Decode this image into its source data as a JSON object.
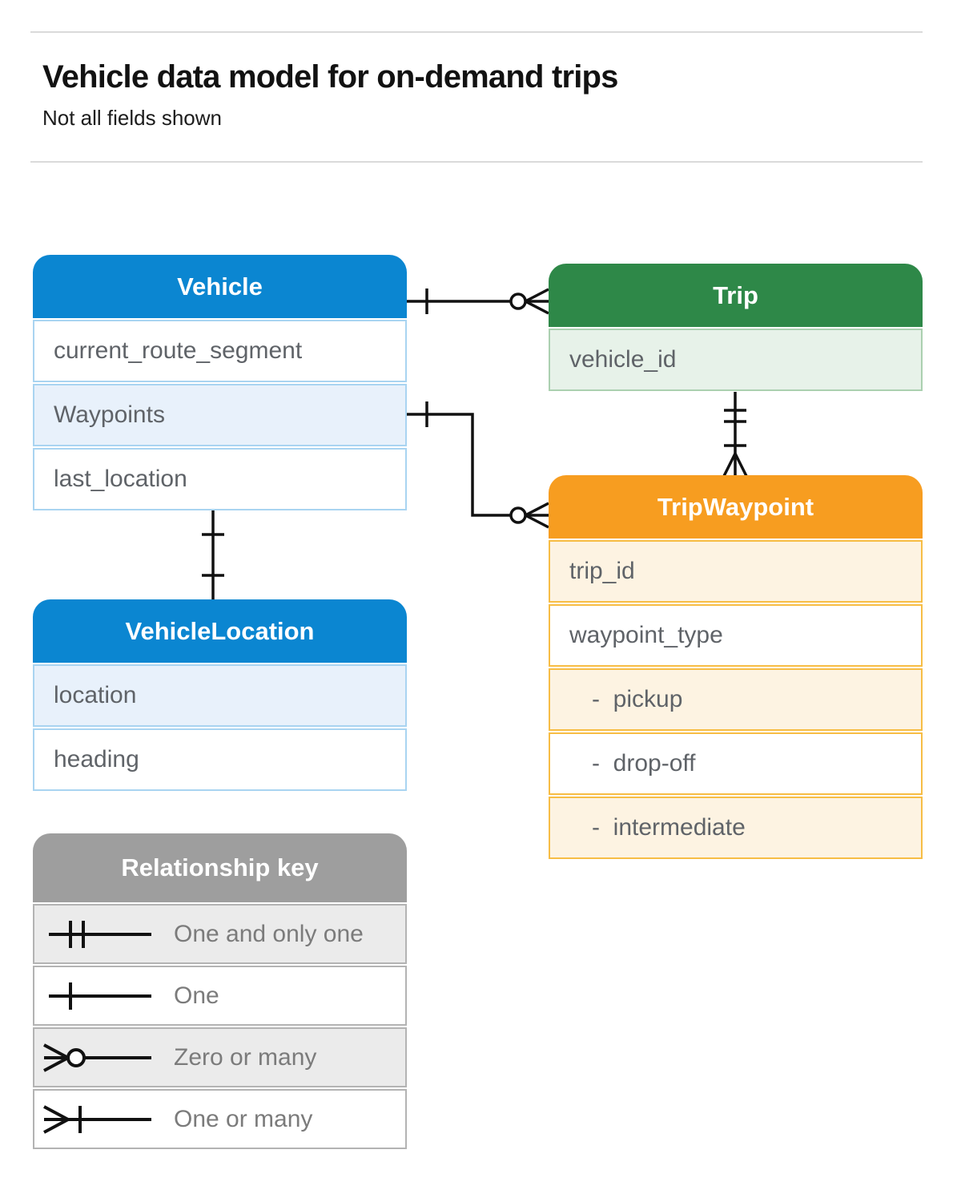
{
  "page": {
    "title": "Vehicle data model for on-demand trips",
    "subtitle": "Not all fields shown"
  },
  "entities": [
    {
      "id": "vehicle",
      "title": "Vehicle",
      "theme": "blue",
      "fields": [
        {
          "label": "current_route_segment",
          "shaded": false
        },
        {
          "label": "Waypoints",
          "shaded": true
        },
        {
          "label": "last_location",
          "shaded": false
        }
      ]
    },
    {
      "id": "trip",
      "title": "Trip",
      "theme": "green",
      "fields": [
        {
          "label": "vehicle_id",
          "shaded": true
        }
      ]
    },
    {
      "id": "trip-waypoint",
      "title": "TripWaypoint",
      "theme": "orange",
      "fields": [
        {
          "label": "trip_id",
          "shaded": true
        },
        {
          "label": "waypoint_type",
          "shaded": false
        },
        {
          "label": "-  pickup",
          "shaded": true,
          "indent": true
        },
        {
          "label": "-  drop-off",
          "shaded": false,
          "indent": true
        },
        {
          "label": "-  intermediate",
          "shaded": true,
          "indent": true
        }
      ]
    },
    {
      "id": "vehicle-location",
      "title": "VehicleLocation",
      "theme": "blue",
      "fields": [
        {
          "label": "location",
          "shaded": true
        },
        {
          "label": "heading",
          "shaded": false
        }
      ]
    }
  ],
  "relationships": [
    {
      "from": "Vehicle",
      "to": "Trip",
      "from_cardinality": "one",
      "to_cardinality": "zero-or-many"
    },
    {
      "from": "Vehicle.Waypoints",
      "to": "TripWaypoint",
      "from_cardinality": "one",
      "to_cardinality": "zero-or-many"
    },
    {
      "from": "Trip",
      "to": "TripWaypoint",
      "from_cardinality": "one-and-only-one",
      "to_cardinality": "one-or-many"
    },
    {
      "from": "Vehicle",
      "to": "VehicleLocation",
      "from_cardinality": "one",
      "to_cardinality": "one"
    }
  ],
  "legend": {
    "title": "Relationship key",
    "items": [
      {
        "symbol": "one-and-only-one",
        "label": "One and only one"
      },
      {
        "symbol": "one",
        "label": "One"
      },
      {
        "symbol": "zero-or-many",
        "label": "Zero or many"
      },
      {
        "symbol": "one-or-many",
        "label": "One or many"
      }
    ]
  },
  "colors": {
    "blue-header": "#0b86d1",
    "blue-border": "#a9d4f1",
    "blue-fill": "#e8f1fb",
    "green-header": "#2e8848",
    "green-border": "#abd0b0",
    "green-fill": "#e7f2e9",
    "orange-header": "#f79d20",
    "orange-border": "#f7bd45",
    "orange-fill": "#fdf3e2",
    "gray-header": "#9e9e9e",
    "gray-border": "#b3b3b3",
    "gray-fill": "#ebebeb",
    "connector": "#111111",
    "field-text": "#5f6368",
    "legend-text": "#7b7b7b"
  }
}
